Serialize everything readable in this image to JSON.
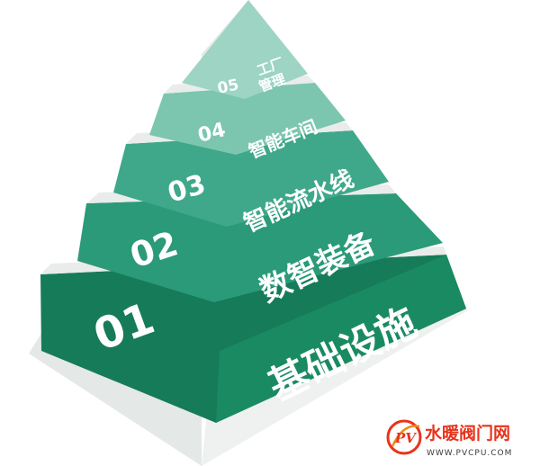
{
  "levels": [
    {
      "number": "05",
      "label_line1": "工厂",
      "label_line2": "管理"
    },
    {
      "number": "04",
      "label": "智能车间"
    },
    {
      "number": "03",
      "label": "智能流水线"
    },
    {
      "number": "02",
      "label": "数智装备"
    },
    {
      "number": "01",
      "label": "基础设施"
    }
  ],
  "watermark": {
    "title": "水暖阀门网",
    "url": "WWW.PVCPU.COM",
    "logo_text": "PV"
  },
  "colors": {
    "tier5": "#9dd4c4",
    "tier4": "#7cc6b0",
    "tier3": "#3fa88a",
    "tier2": "#2a9a78",
    "tier1": "#167b58",
    "separator": "#e9ecea",
    "left_shade": "#dfe4e2",
    "brand_red": "#e8331c"
  }
}
